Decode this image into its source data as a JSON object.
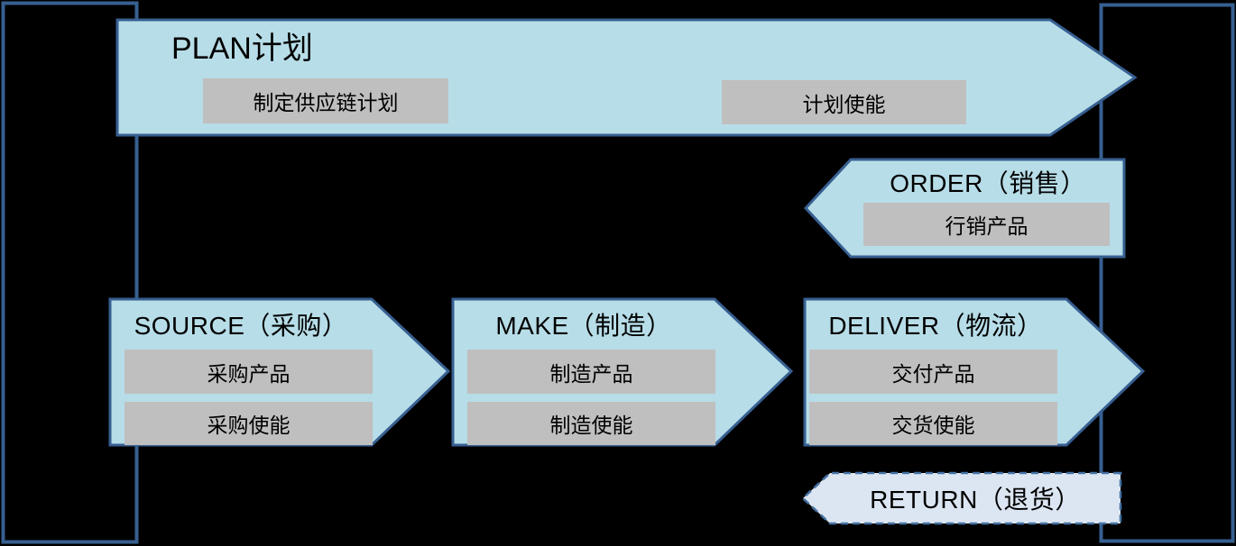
{
  "diagram": {
    "plan": {
      "title": "PLAN计划",
      "boxes": [
        "制定供应链计划",
        "计划使能"
      ]
    },
    "order": {
      "title": "ORDER（销售）",
      "boxes": [
        "行销产品"
      ]
    },
    "source": {
      "title": "SOURCE（采购）",
      "boxes": [
        "采购产品",
        "采购使能"
      ]
    },
    "make": {
      "title": "MAKE（制造）",
      "boxes": [
        "制造产品",
        "制造使能"
      ]
    },
    "deliver": {
      "title": "DELIVER（物流）",
      "boxes": [
        "交付产品",
        "交货使能"
      ]
    },
    "return": {
      "title": "RETURN（退货）"
    }
  },
  "colors": {
    "background": "#000000",
    "arrow_fill": "#B7DDE8",
    "arrow_border": "#375F91",
    "boundary_border": "#375F91",
    "task_box_fill": "#BFBFBF",
    "return_fill": "#DCE6F2",
    "return_border": "#4472A4",
    "text": "#000000"
  }
}
